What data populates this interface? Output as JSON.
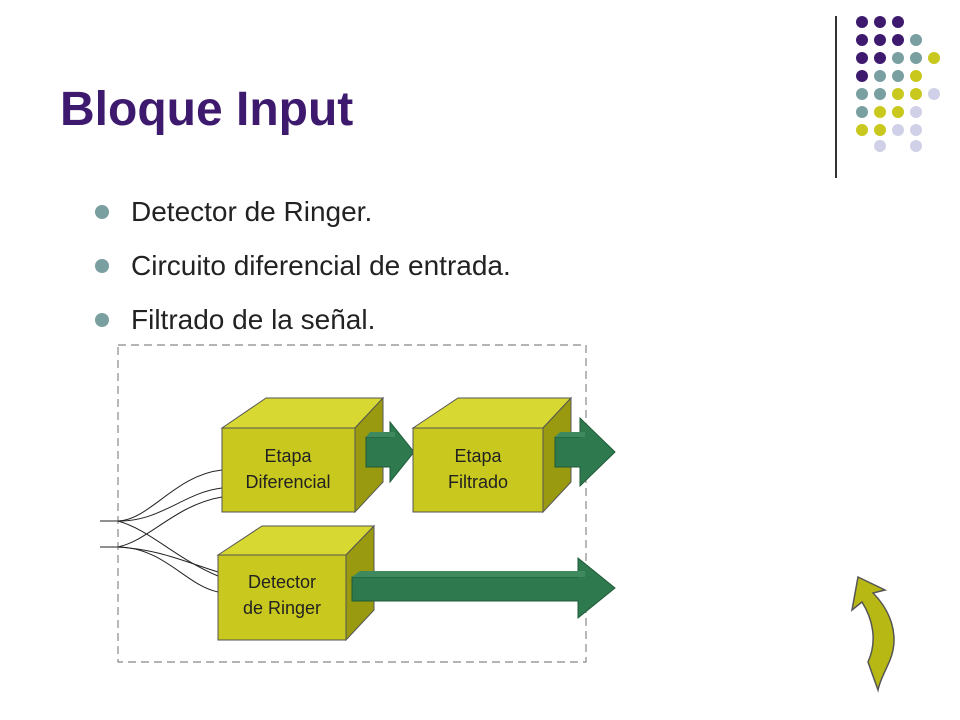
{
  "slide": {
    "title": "Bloque Input",
    "bullets": [
      "Detector de Ringer.",
      "Circuito diferencial de entrada.",
      "Filtrado de la señal."
    ]
  },
  "diagram": {
    "blocks": [
      {
        "id": "diferencial",
        "line1": "Etapa",
        "line2": "Diferencial"
      },
      {
        "id": "filtrado",
        "line1": "Etapa",
        "line2": "Filtrado"
      },
      {
        "id": "ringer",
        "line1": "Detector",
        "line2": "de Ringer"
      }
    ]
  },
  "colors": {
    "title": "#3d1a6e",
    "bullet": "#7a9fa0",
    "block_front": "#c8c81e",
    "block_top": "#d8d832",
    "block_side": "#9a9a10",
    "arrow": "#2e7a4e",
    "back_icon": "#b8b814",
    "dot_purple": "#3d1a6e",
    "dot_teal": "#7a9fa0",
    "dot_yellow": "#c8c81e",
    "dot_lavender": "#d0d0e8"
  },
  "icons": {
    "back": "back-arrow-icon"
  }
}
